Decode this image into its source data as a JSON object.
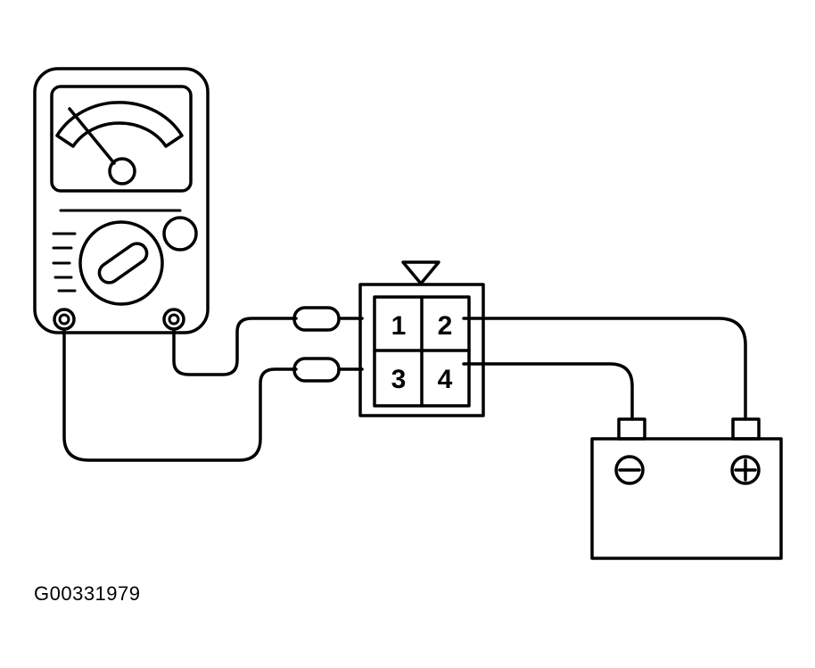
{
  "connector": {
    "pins": [
      "1",
      "2",
      "3",
      "4"
    ]
  },
  "battery": {
    "negative_symbol": "⊖",
    "positive_symbol": "⊕"
  },
  "figure_id": "G00331979"
}
